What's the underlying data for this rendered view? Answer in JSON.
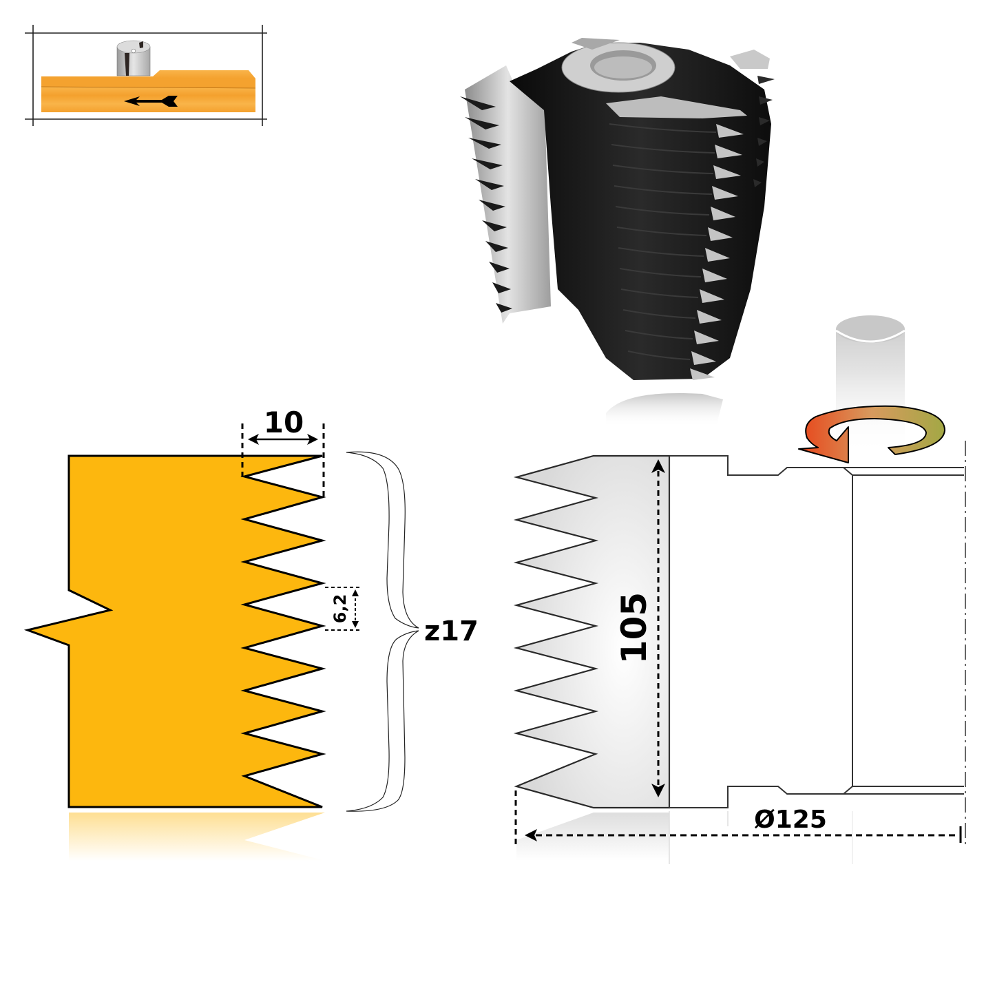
{
  "usage_sketch": {
    "title": "feed-direction-sketch",
    "workpiece_color": "#F7A93A",
    "feed_direction": "left"
  },
  "product_photo": {
    "subject": "profile-cutterhead-fingerjoint",
    "body_color": "#151515",
    "blade_color": "#BDBDBD"
  },
  "left_profile": {
    "fill_color": "#FDB70E",
    "dimension_width": "10",
    "dimension_pitch": "6,2",
    "teeth_count_label": "z17"
  },
  "right_profile": {
    "fill_color": "#E6E6E6",
    "dimension_height": "105",
    "dimension_diameter": "Ø125",
    "rotation_arrow_colors": [
      "#E8461B",
      "#A9A64A"
    ]
  }
}
